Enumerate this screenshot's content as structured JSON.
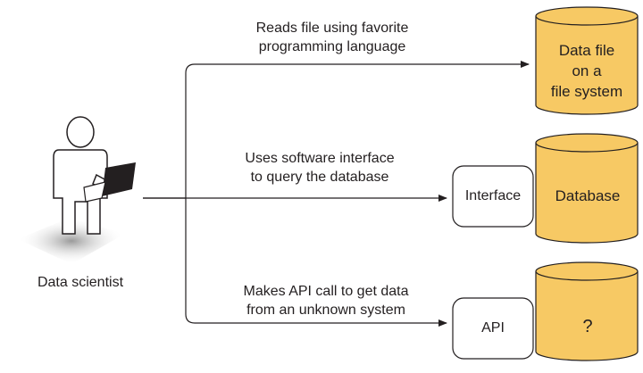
{
  "actor": {
    "label": "Data scientist",
    "icon": "person-with-laptop-icon"
  },
  "edges": [
    {
      "id": "file",
      "line1": "Reads file using favorite",
      "line2": "programming language"
    },
    {
      "id": "db",
      "line1": "Uses software interface",
      "line2": "to query the database"
    },
    {
      "id": "api",
      "line1": "Makes API call to get data",
      "line2": "from an unknown system"
    }
  ],
  "targets": {
    "file": {
      "line1": "Data file",
      "line2": "on a",
      "line3": "file system"
    },
    "db": {
      "interface": "Interface",
      "store": "Database"
    },
    "api": {
      "interface": "API",
      "store": "?"
    }
  },
  "colors": {
    "cylinder_fill": "#f7c964",
    "line": "#231f20",
    "box_fill": "#ffffff"
  }
}
